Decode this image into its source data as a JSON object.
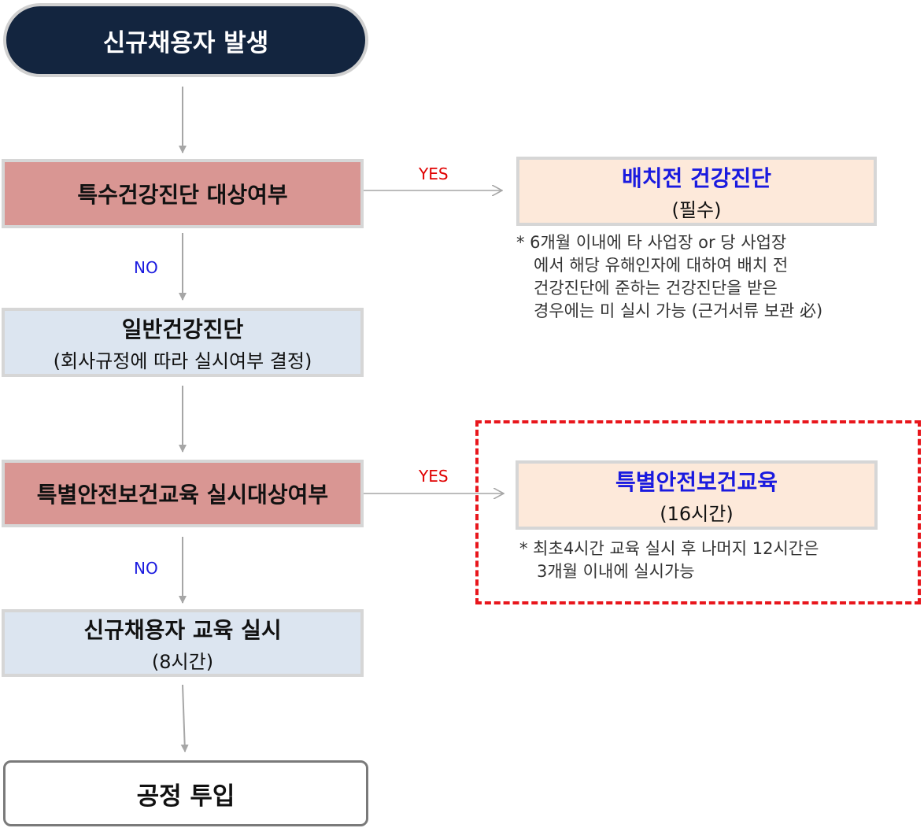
{
  "flow": {
    "start": "신규채용자 발생",
    "decision_health": "특수건강진단 대상여부",
    "general_checkup": {
      "title": "일반건강진단",
      "subtitle": "(회사규정에 따라 실시여부 결정)"
    },
    "decision_training": "특별안전보건교육 실시대상여부",
    "newhire_training": {
      "title": "신규채용자 교육 실시",
      "subtitle": "(8시간)"
    },
    "end": "공정 투입"
  },
  "branches": {
    "yes_label": "YES",
    "no_label": "NO",
    "preplacement_checkup": {
      "title": "배치전 건강진단",
      "subtitle": "(필수)",
      "note": [
        "* 6개월 이내에 타 사업장 or 당 사업장",
        "에서 해당 유해인자에 대하여 배치 전",
        "건강진단에 준하는 건강진단을 받은",
        "경우에는 미 실시 가능 (근거서류 보관 必)"
      ]
    },
    "special_training": {
      "title": "특별안전보건교육",
      "subtitle": "(16시간)",
      "note": [
        "* 최초4시간 교육 실시 후 나머지 12시간은",
        "3개월 이내에 실시가능"
      ]
    }
  },
  "colors": {
    "start_fill": "#13253f",
    "decision_fill": "#d99693",
    "process_fill": "#dce5f0",
    "result_fill": "#fde9da",
    "result_title": "#1a1adf",
    "yes_label": "#e00000",
    "no_label": "#1a1adf",
    "highlight_border": "#e8161c",
    "connector": "#a6a6a6"
  }
}
